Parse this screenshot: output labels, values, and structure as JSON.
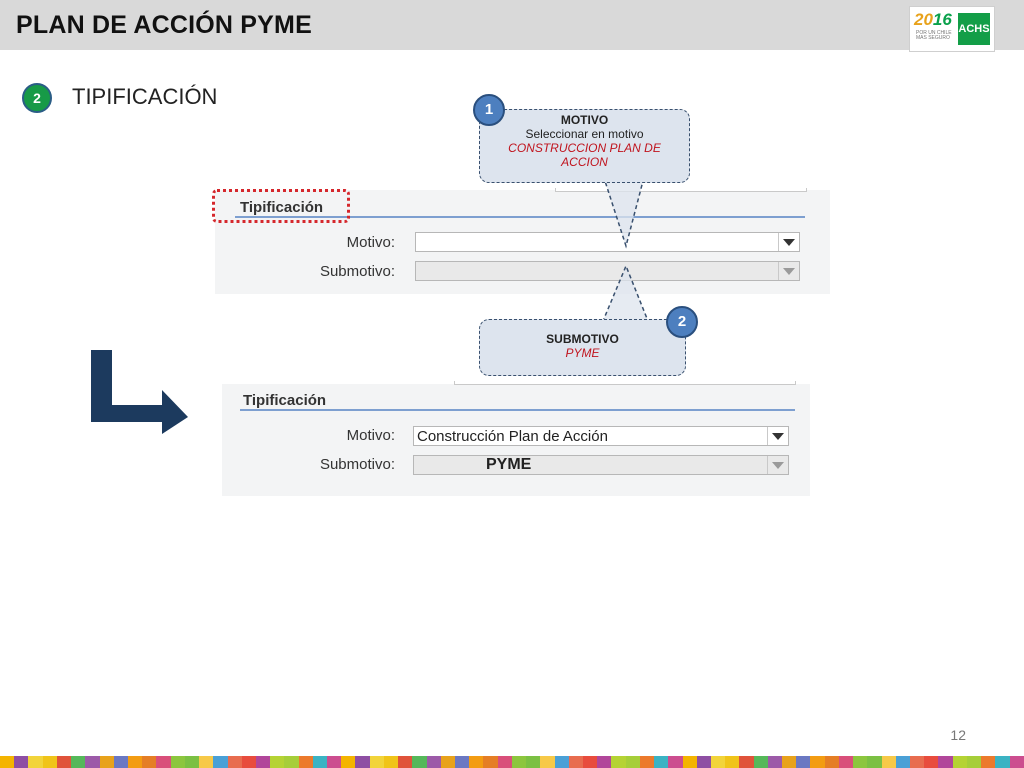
{
  "header": {
    "title": "PLAN DE ACCIÓN PYME"
  },
  "logo": {
    "year_a": "20",
    "year_b": "16",
    "tagline": "POR UN CHILE MAS SEGURO",
    "brand": "ACHS"
  },
  "section": {
    "step": "2",
    "title": "TIPIFICACIÓN"
  },
  "form_before": {
    "heading": "Tipificación",
    "motivo_label": "Motivo:",
    "motivo_value": "",
    "submotivo_label": "Submotivo:",
    "submotivo_value": ""
  },
  "form_after": {
    "heading": "Tipificación",
    "motivo_label": "Motivo:",
    "motivo_value": "Construcción Plan de Acción",
    "submotivo_label": "Submotivo:",
    "submotivo_value": "PYME"
  },
  "callouts": [
    {
      "number": "1",
      "title": "MOTIVO",
      "text": "Seleccionar en motivo",
      "highlight_line1": "CONSTRUCCION PLAN DE",
      "highlight_line2": "ACCION"
    },
    {
      "number": "2",
      "title": "SUBMOTIVO",
      "highlight": "PYME"
    }
  ],
  "colors": {
    "header_bg": "#d9d9d9",
    "accent_green": "#179a47",
    "arrow": "#1c3a5e",
    "callout_badge": "#4d7fbf",
    "highlight_red": "#c0141e",
    "rule_blue": "#7d9fd0"
  },
  "icons": {
    "arrow": "down-right-arrow-icon",
    "dropdown": "triangle-down-icon"
  },
  "footer": {
    "slide_number": "12"
  }
}
